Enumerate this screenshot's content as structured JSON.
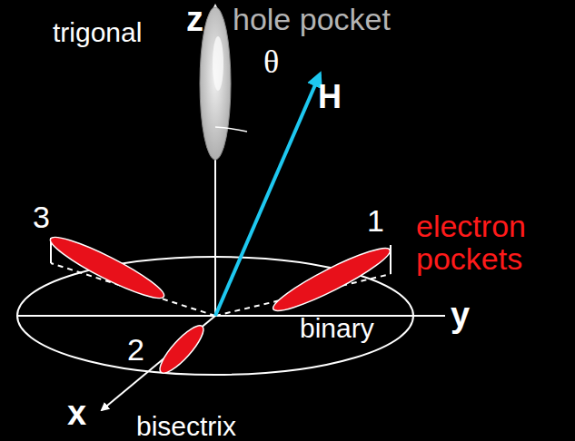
{
  "diagram": {
    "labels": [
      "z",
      "trigonal",
      "hole pocket",
      "θ",
      "H",
      "3",
      "1",
      "electron pockets",
      "2",
      "binary",
      "y",
      "x",
      "bisectrix"
    ]
  }
}
